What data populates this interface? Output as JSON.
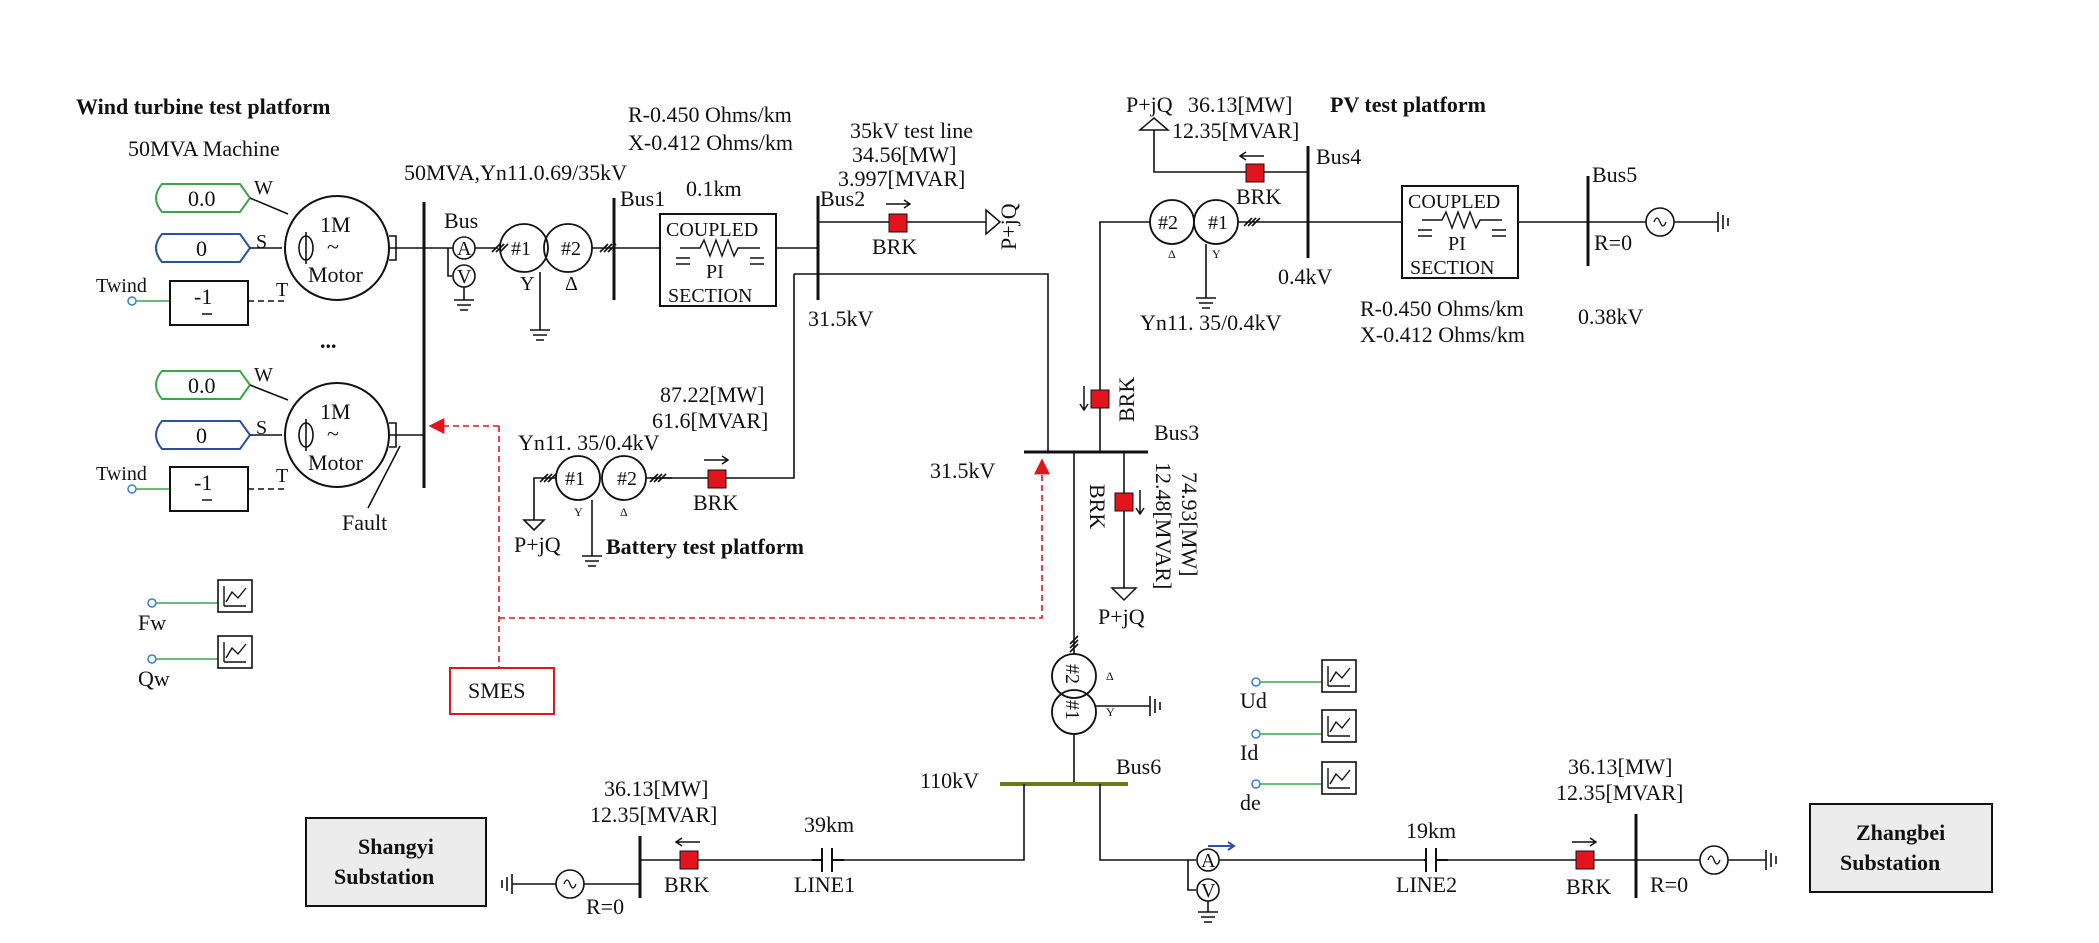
{
  "titles": {
    "wind": "Wind turbine test platform",
    "pv": "PV test platform",
    "battery": "Battery test platform"
  },
  "wind": {
    "machine": "50MVA Machine",
    "inputs": [
      {
        "label": "W",
        "value": "0.0"
      },
      {
        "label": "S",
        "value": "0"
      },
      {
        "label": "T",
        "value": "-1",
        "name": "Twind"
      }
    ],
    "motor_name": "1M",
    "motor_tilde": "~",
    "motor_label": "Motor",
    "ellipsis": "...",
    "fault": "Fault",
    "fw": "Fw",
    "qw": "Qw"
  },
  "trafo1": {
    "rating": "50MVA,Yn11.0.69/35kV",
    "w1": "#1",
    "w2": "#2",
    "y": "Y",
    "d": "Δ"
  },
  "meters": {
    "a": "A",
    "v": "V"
  },
  "buses": {
    "bus": "Bus",
    "bus1": "Bus1",
    "bus2": "Bus2",
    "bus3": "Bus3",
    "bus4": "Bus4",
    "bus5": "Bus5",
    "bus6": "Bus6"
  },
  "line_params": {
    "r": "R-0.450 Ohms/km",
    "x": "X-0.412 Ohms/km",
    "len": "0.1km",
    "r2": "R-0.450 Ohms/km",
    "x2": "X-0.412 Ohms/km"
  },
  "pi": {
    "l1": "COUPLED",
    "l2": "PI",
    "l3": "SECTION"
  },
  "test_line": {
    "title": "35kV test line",
    "mw": "34.56[MW]",
    "mvar": "3.997[MVAR]",
    "pq": "P+jQ"
  },
  "brk": "BRK",
  "voltages": {
    "v315": "31.5kV",
    "v315b": "31.5kV",
    "v04": "0.4kV",
    "v038": "0.38kV",
    "v110": "110kV"
  },
  "battery": {
    "mw": "87.22[MW]",
    "mvar": "61.6[MVAR]",
    "trafo": "Yn11. 35/0.4kV",
    "pq": "P+jQ"
  },
  "pv": {
    "pq": "P+jQ",
    "mw": "36.13[MW]",
    "mvar": "12.35[MVAR]",
    "trafo": "Yn11. 35/0.4kV",
    "r0": "R=0"
  },
  "bus3_flow": {
    "mw": "74.93[MW]",
    "mvar": "12.48[MVAR]",
    "pq": "P+jQ"
  },
  "smes": "SMES",
  "scopes": {
    "ud": "Ud",
    "id": "Id",
    "de": "de"
  },
  "shangyi": {
    "name1": "Shangyi",
    "name2": "Substation",
    "mw": "36.13[MW]",
    "mvar": "12.35[MVAR]",
    "line": "LINE1",
    "len": "39km",
    "r0": "R=0"
  },
  "zhangbei": {
    "name1": "Zhangbei",
    "name2": "Substation",
    "mw": "36.13[MW]",
    "mvar": "12.35[MVAR]",
    "line": "LINE2",
    "len": "19km",
    "r0": "R=0"
  },
  "colors": {
    "breaker": "#e2151d",
    "green_input": "#3aa64a",
    "blue_input": "#2a4fa8",
    "bus6": "#6b7a12",
    "smes_border": "#e2151d",
    "arrow_blue": "#2e4fb0"
  }
}
